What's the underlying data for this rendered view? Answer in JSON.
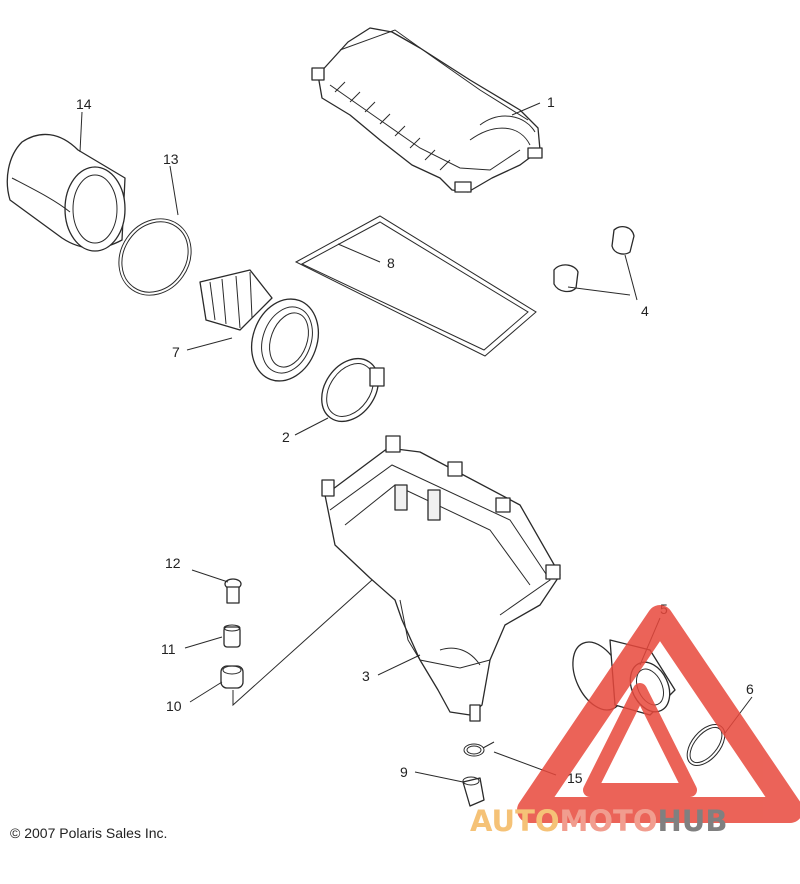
{
  "callouts": [
    "1",
    "2",
    "3",
    "4",
    "5",
    "6",
    "7",
    "8",
    "9",
    "10",
    "11",
    "12",
    "13",
    "14",
    "15"
  ],
  "copyright": "© 2007 Polaris Sales Inc.",
  "watermark": {
    "part_auto": "AUTO",
    "part_moto": "MOTO",
    "part_hub": "HUB",
    "colors": {
      "auto": "#f4b860",
      "moto": "#ef8c7c",
      "hub": "#6a6a6a",
      "triangle": "#e8483c"
    }
  },
  "icons": {
    "parts": [
      "air-box-cover",
      "clamp",
      "air-box",
      "clip",
      "intake-boot",
      "clamp",
      "filter-cage",
      "seal",
      "drain-plug",
      "grommet",
      "bushing",
      "screw",
      "o-ring",
      "air-filter",
      "spring-clamp"
    ]
  }
}
